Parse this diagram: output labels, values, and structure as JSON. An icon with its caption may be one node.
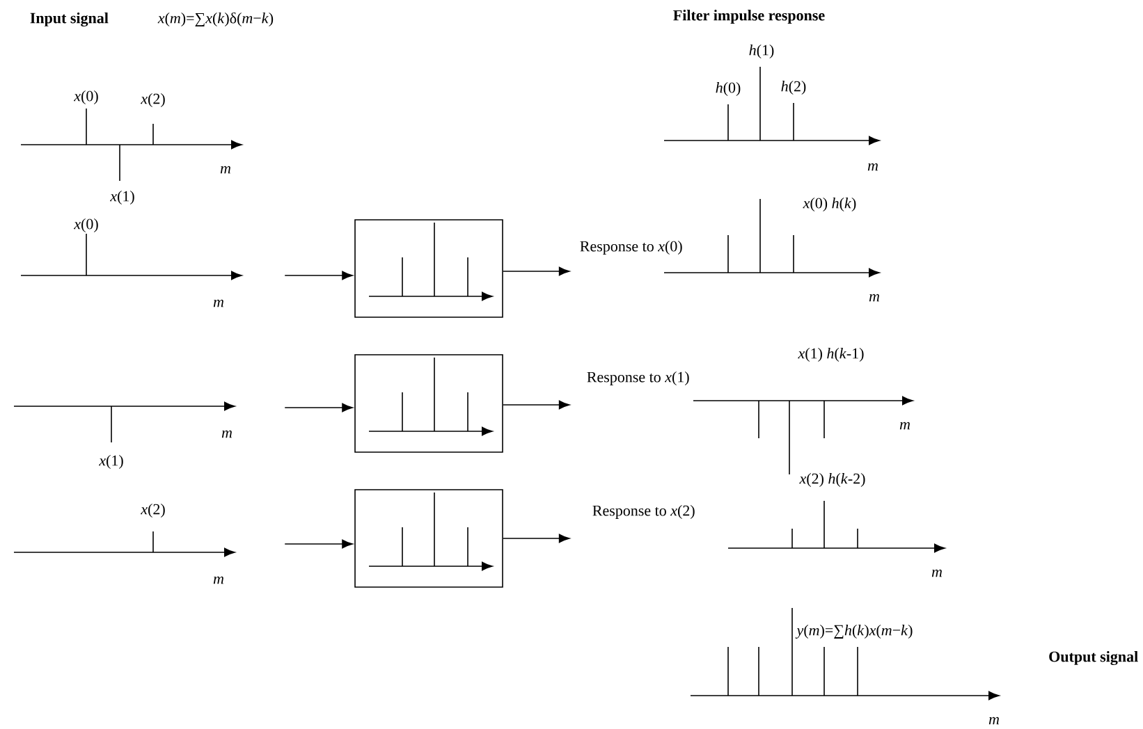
{
  "diagram": {
    "nodes": [
      {
        "text": [],
        "shape": "box"
      },
      {
        "text": [],
        "shape": "box"
      },
      {
        "text": [],
        "shape": "box"
      }
    ],
    "edges": [
      {
        "from": null,
        "to": 0,
        "arrow": "to"
      },
      {
        "from": 0,
        "to": null,
        "arrow": "to",
        "label": "Response to *x*(0)"
      },
      {
        "from": null,
        "to": 1,
        "arrow": "to"
      },
      {
        "from": 1,
        "to": null,
        "arrow": "to",
        "label": "Response to *x*(1)"
      },
      {
        "from": null,
        "to": 2,
        "arrow": "to"
      },
      {
        "from": 2,
        "to": null,
        "arrow": "to",
        "label": "Response to *x*(2)"
      }
    ],
    "labels": [
      "Input signal",
      "*x*(*m*)=∑*x*(*k*)δ(*m*−*k*)",
      "Filter impulse response",
      "*h*(1)",
      "*x*(0)",
      "*h*(0)",
      "*x*(2)",
      "*h*(2)",
      "m",
      "m",
      "*x*(1)",
      "*x*(0) *h*(*k*)",
      "*x*(0)",
      "m",
      "m",
      "*x*(1) *h*(*k*-1)",
      "m",
      "m",
      "*x*(1)",
      "*x*(2) *h*(*k*-2)",
      "*x*(2)",
      "m",
      "m",
      "*y*(*m*)=∑*h*(*k*)*x*(*m*−*k*)",
      "Output signal",
      "m"
    ]
  }
}
